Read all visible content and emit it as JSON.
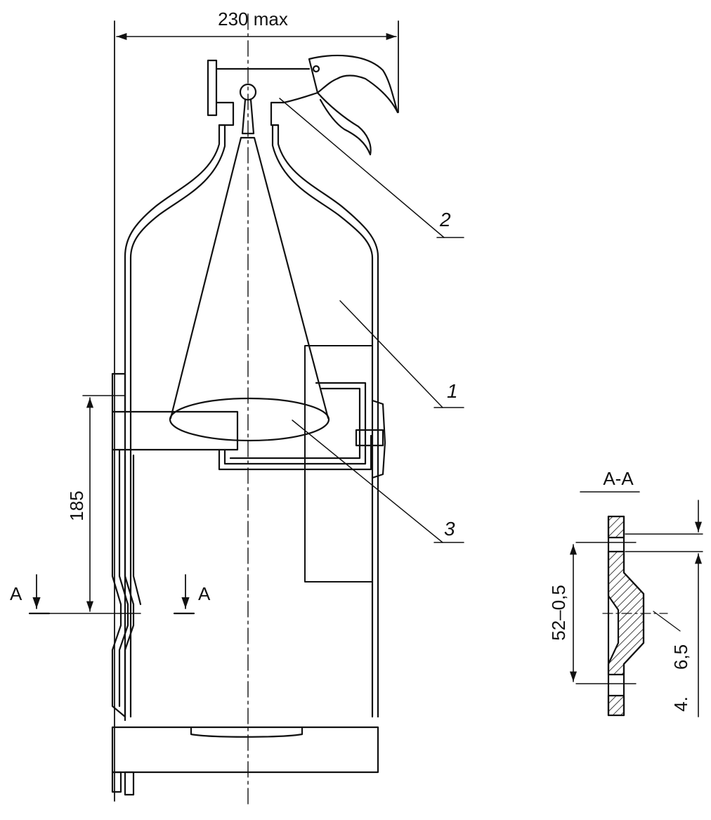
{
  "dimensions": {
    "overall_width": "230 max",
    "bracket_height": "185",
    "section_height": "52–0,5",
    "section_thickness": "6,5",
    "section_small": "4."
  },
  "section": {
    "marker_left": "A",
    "marker_right": "A",
    "view_title": "A-A"
  },
  "callouts": {
    "body": "1",
    "valve": "2",
    "cone": "3"
  },
  "colors": {
    "ink": "#111111",
    "paper": "#ffffff"
  }
}
